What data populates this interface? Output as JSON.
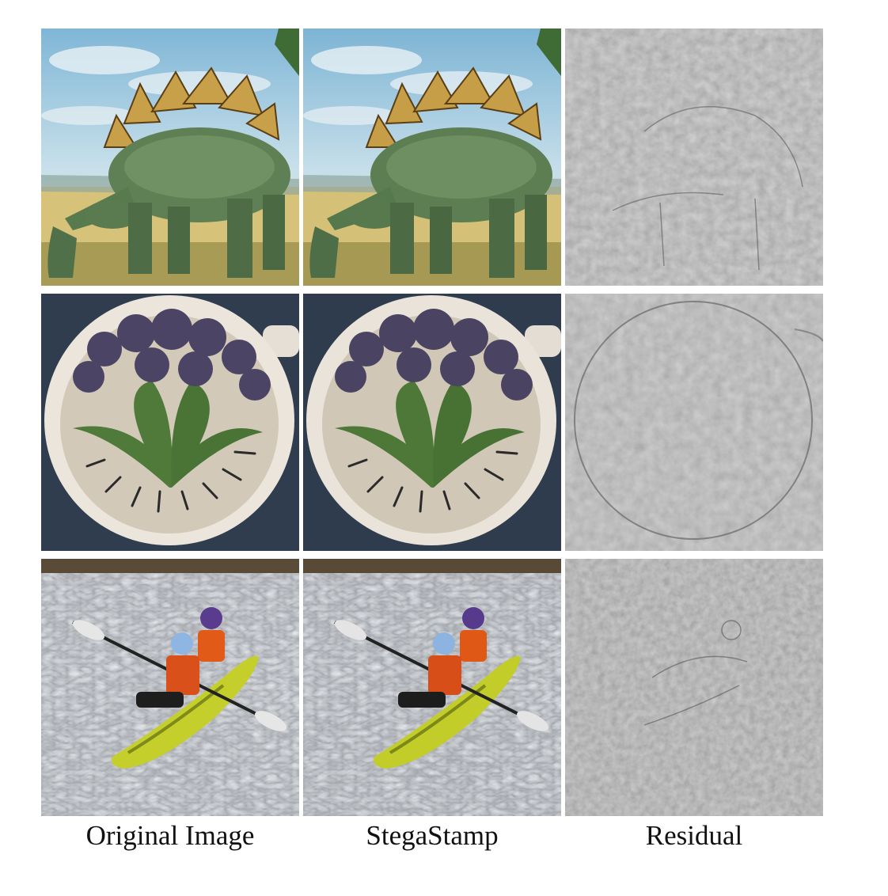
{
  "figure": {
    "columns": [
      {
        "caption": "Original Image"
      },
      {
        "caption": "StegaStamp"
      },
      {
        "caption": "Residual"
      }
    ],
    "rows": [
      {
        "subject": "stegosaurus"
      },
      {
        "subject": "broccoli-colander"
      },
      {
        "subject": "kayak"
      }
    ]
  }
}
